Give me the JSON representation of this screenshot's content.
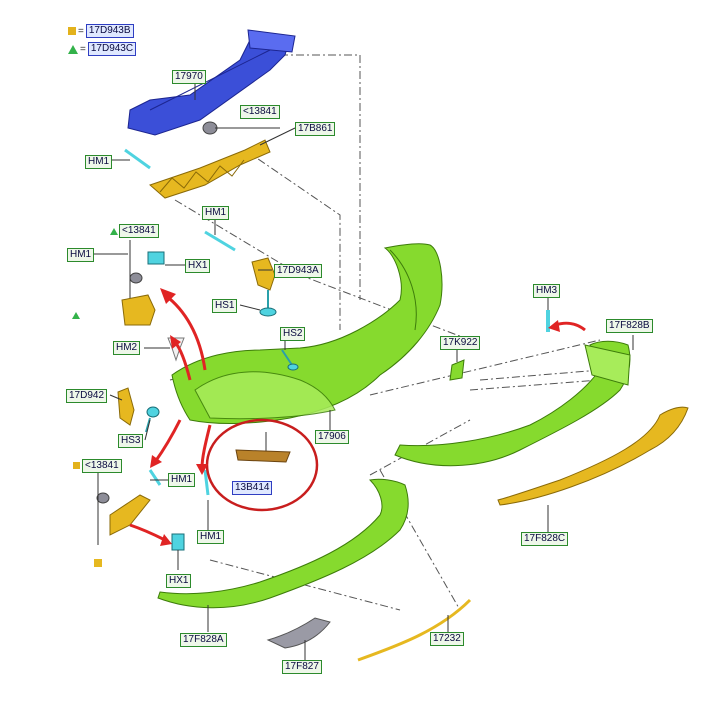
{
  "legend": [
    {
      "symbol": "yellow-square-icon",
      "color": "#e3b21c",
      "code": "17D943B"
    },
    {
      "symbol": "green-triangle-icon",
      "color": "#33b24a",
      "code": "17D943C"
    }
  ],
  "legend_separator": "=",
  "colors": {
    "impact_bar": "#3b4fd8",
    "bumper_cover": "#7fd62a",
    "bracket": "#e6b820",
    "reflector": "#b9822a",
    "grey_part": "#9a9aa5",
    "clip": "#4fd3e0",
    "highlight_circle": "#c81e1e",
    "arrow": "#e02424"
  },
  "callouts": {
    "c17970": "17970",
    "c13841_top": "<13841",
    "c17B861": "17B861",
    "hm1_a": "HM1",
    "hm1_b": "HM1",
    "c13841_mid": "<13841",
    "hm1_c": "HM1",
    "hx1_a": "HX1",
    "c17D943A": "17D943A",
    "hs1": "HS1",
    "hm2": "HM2",
    "hs2": "HS2",
    "c17D942": "17D942",
    "hs3": "HS3",
    "c13841_low": "<13841",
    "hm1_d": "HM1",
    "hm1_e": "HM1",
    "hx1_b": "HX1",
    "c13B414": "13B414",
    "c17906": "17906",
    "c17K922": "17K922",
    "hm3": "HM3",
    "c17F828B": "17F828B",
    "c17F828C": "17F828C",
    "c17F828A": "17F828A",
    "c17F827": "17F827",
    "c17232": "17232"
  }
}
